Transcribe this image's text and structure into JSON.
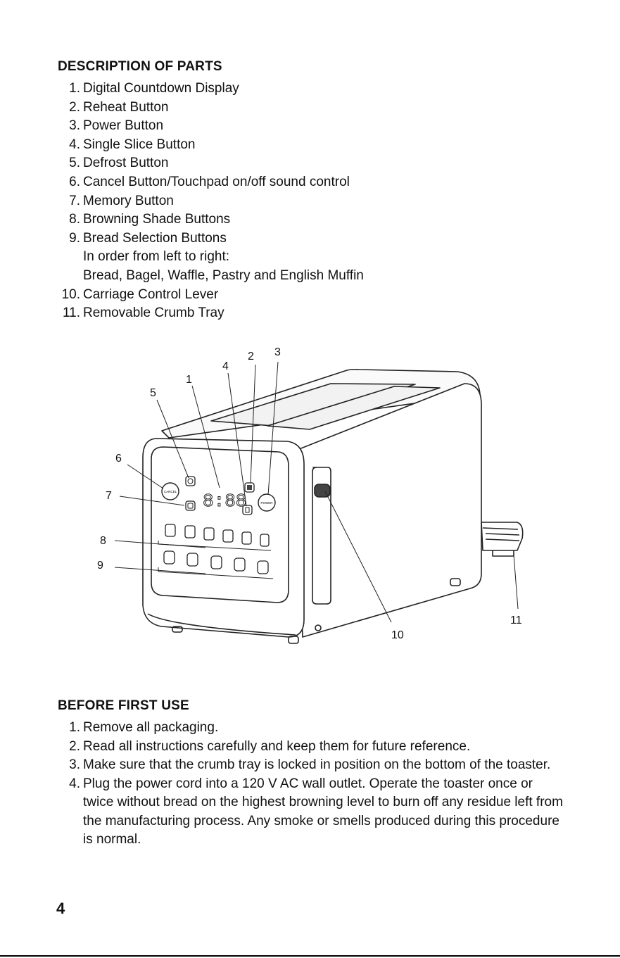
{
  "parts": {
    "heading": "DESCRIPTION OF PARTS",
    "items": [
      {
        "num": "1.",
        "text": "Digital Countdown Display"
      },
      {
        "num": "2.",
        "text": "Reheat Button"
      },
      {
        "num": "3.",
        "text": "Power Button"
      },
      {
        "num": "4.",
        "text": "Single Slice Button"
      },
      {
        "num": "5.",
        "text": "Defrost Button"
      },
      {
        "num": "6.",
        "text": "Cancel Button/Touchpad on/off sound control"
      },
      {
        "num": "7.",
        "text": "Memory Button"
      },
      {
        "num": "8.",
        "text": "Browning Shade Buttons"
      },
      {
        "num": "9.",
        "text": "Bread Selection Buttons",
        "sub1": "In order from left to right:",
        "sub2": "Bread, Bagel, Waffle, Pastry and English Muffin"
      },
      {
        "num": "10.",
        "text": "Carriage Control Lever"
      },
      {
        "num": "11.",
        "text": "Removable Crumb Tray"
      }
    ]
  },
  "diagram": {
    "callouts": [
      "1",
      "2",
      "3",
      "4",
      "5",
      "6",
      "7",
      "8",
      "9",
      "10",
      "11"
    ],
    "button_cancel": "CANCEL",
    "button_power": "POWER",
    "display_digits": "8:88"
  },
  "first_use": {
    "heading": "BEFORE FIRST USE",
    "items": [
      {
        "num": "1.",
        "text": "Remove all packaging."
      },
      {
        "num": "2.",
        "text": "Read all instructions carefully and keep them for future reference."
      },
      {
        "num": "3.",
        "text": "Make sure that the crumb tray is locked in position on the bottom of the toaster."
      },
      {
        "num": "4.",
        "text": "Plug the power cord into a 120 V AC wall outlet. Operate the toaster once or twice without bread on the highest browning level to burn off any residue left from the manufacturing process. Any smoke or smells produced during this procedure is normal."
      }
    ]
  },
  "page_number": "4"
}
